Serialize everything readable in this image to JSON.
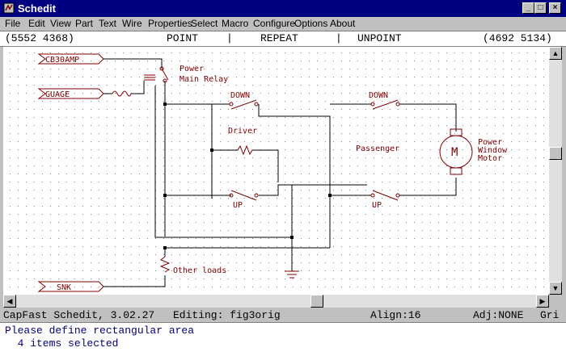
{
  "window": {
    "title": "Schedit"
  },
  "menu": [
    "File",
    "Edit",
    "View",
    "Part",
    "Text",
    "Wire",
    "Properties",
    "Select",
    "Macro",
    "Configure",
    "Options",
    "About"
  ],
  "cmdbar": {
    "left_coords": "(5552 4368)",
    "point": "POINT",
    "repeat": "REPEAT",
    "unpoint": "UNPOINT",
    "right_coords": "(4692 5134)"
  },
  "schematic": {
    "ports": {
      "cb30amp": "CB30AMP",
      "guage": "GUAGE",
      "snk": "SNK"
    },
    "labels": {
      "power_relay_1": "Power",
      "power_relay_2": "Main Relay",
      "down_driver": "DOWN",
      "down_passenger": "DOWN",
      "driver": "Driver",
      "passenger": "Passenger",
      "up_driver": "UP",
      "up_passenger": "UP",
      "motor_1": "Power",
      "motor_2": "Window",
      "motor_3": "Motor",
      "motor_symbol": "M",
      "other_loads": "Other loads"
    },
    "colors": {
      "wire": "#000000",
      "part": "#800000",
      "grid": "#808080"
    }
  },
  "status": {
    "app": "CapFast Schedit, 3.02.27",
    "editing": "Editing: fig3orig",
    "align": "Align:16",
    "adj": "Adj:NONE",
    "grid": "Gri"
  },
  "messages": {
    "line1": "Please define rectangular area",
    "line2": "  4 items selected"
  }
}
